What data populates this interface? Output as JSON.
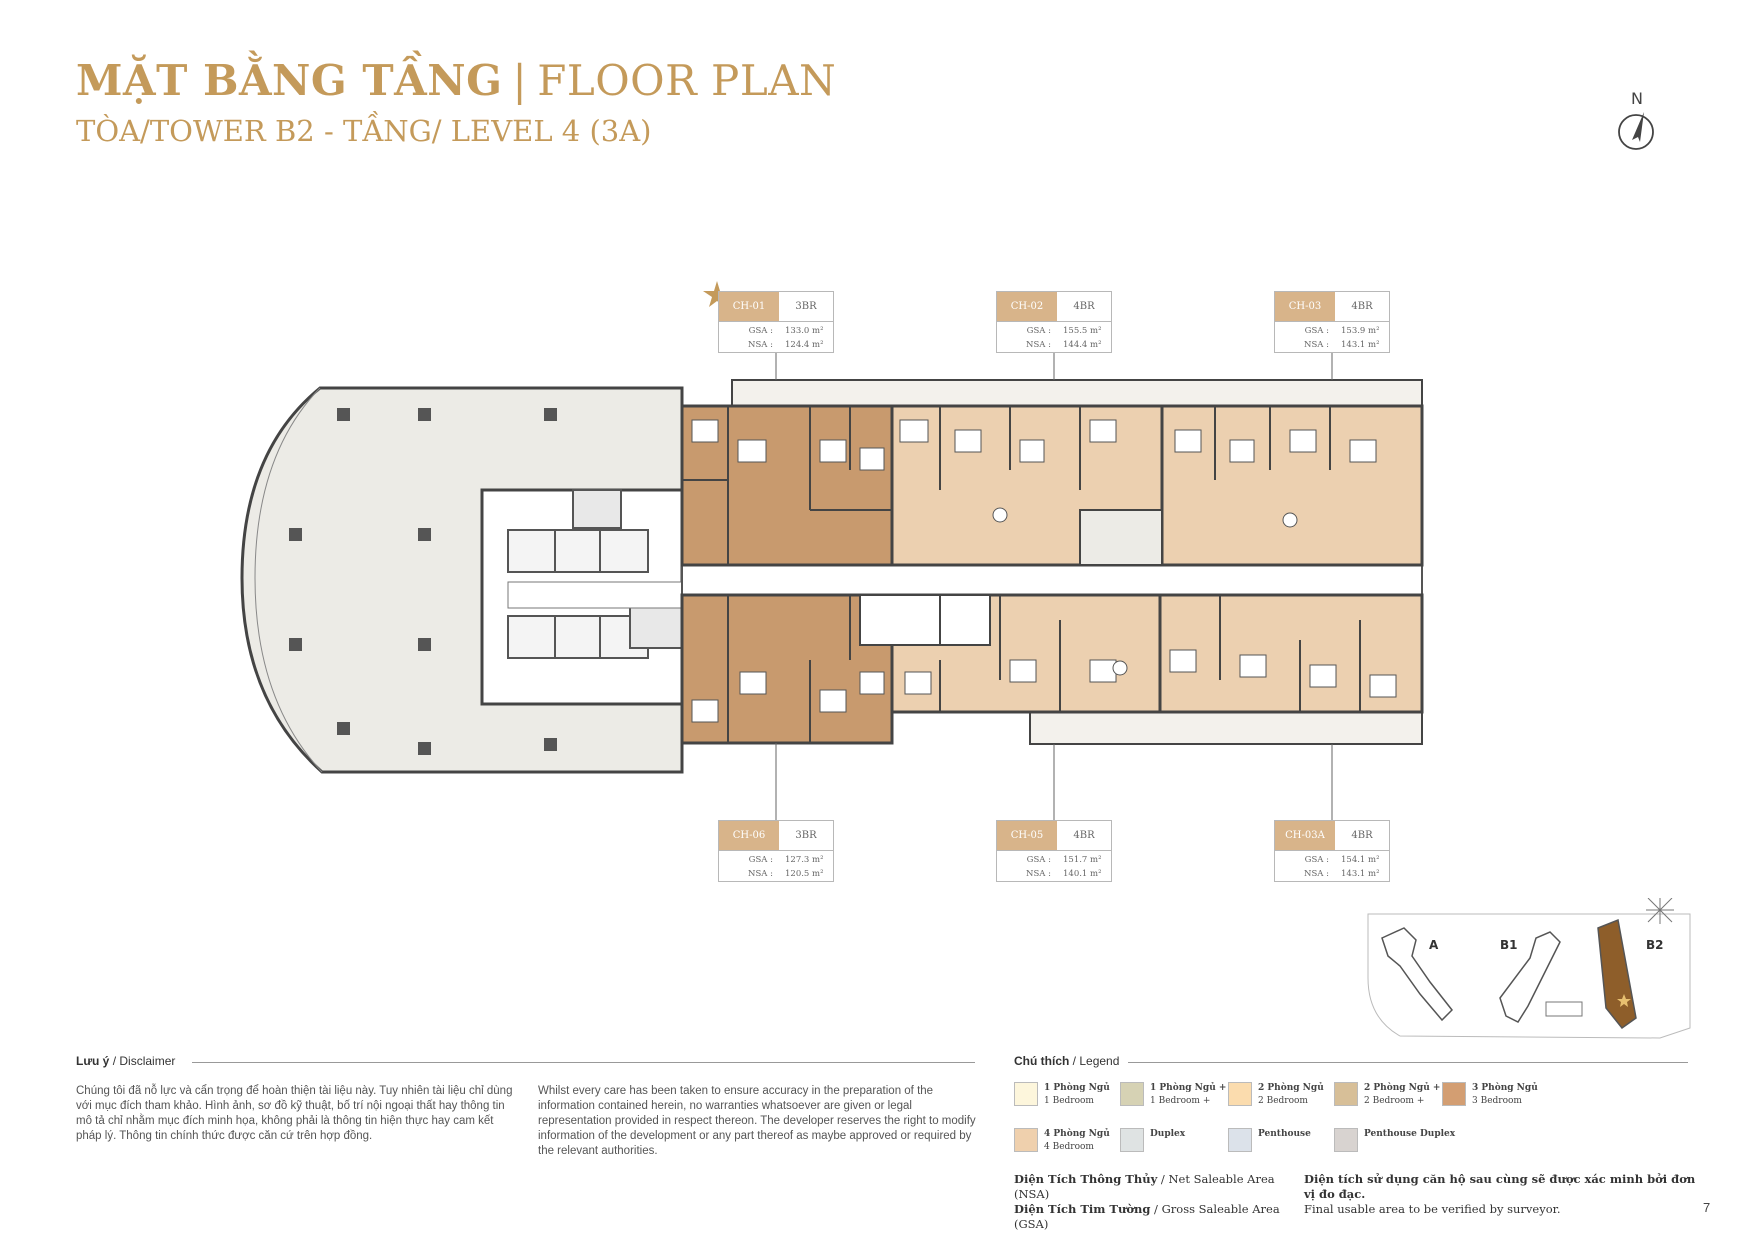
{
  "header": {
    "title_vi": "MẶT BẰNG TẦNG",
    "title_sep": "|",
    "title_en": "FLOOR PLAN",
    "subtitle": "TÒA/TOWER B2 - TẦNG/ LEVEL 4 (3A)",
    "north_label": "N"
  },
  "units_top": [
    {
      "code": "CH-01",
      "type": "3BR",
      "gsa_label": "GSA :",
      "gsa": "133.0 m²",
      "nsa_label": "NSA :",
      "nsa": "124.4 m²"
    },
    {
      "code": "CH-02",
      "type": "4BR",
      "gsa_label": "GSA :",
      "gsa": "155.5 m²",
      "nsa_label": "NSA :",
      "nsa": "144.4 m²"
    },
    {
      "code": "CH-03",
      "type": "4BR",
      "gsa_label": "GSA :",
      "gsa": "153.9 m²",
      "nsa_label": "NSA :",
      "nsa": "143.1 m²"
    }
  ],
  "units_bottom": [
    {
      "code": "CH-06",
      "type": "3BR",
      "gsa_label": "GSA :",
      "gsa": "127.3 m²",
      "nsa_label": "NSA :",
      "nsa": "120.5 m²"
    },
    {
      "code": "CH-05",
      "type": "4BR",
      "gsa_label": "GSA :",
      "gsa": "151.7 m²",
      "nsa_label": "NSA :",
      "nsa": "140.1 m²"
    },
    {
      "code": "CH-03A",
      "type": "4BR",
      "gsa_label": "GSA :",
      "gsa": "154.1 m²",
      "nsa_label": "NSA :",
      "nsa": "143.1 m²"
    }
  ],
  "keymap": {
    "tower_a": "A",
    "tower_b1": "B1",
    "tower_b2": "B2"
  },
  "disclaimer": {
    "heading_vi": "Lưu ý",
    "heading_sep": " / ",
    "heading_en": "Disclaimer",
    "text_vi": "Chúng tôi đã nỗ lực và cẩn trọng để hoàn thiện tài liệu này. Tuy nhiên tài liệu chỉ dùng với mục đích tham khảo. Hình ảnh, sơ đồ kỹ thuật, bố trí nội ngoại thất hay thông tin mô tả chỉ nhằm mục đích minh họa, không phải là thông tin hiện thực hay cam kết pháp lý. Thông tin chính thức được căn cứ trên hợp đồng.",
    "text_en": "Whilst every care has been taken to ensure accuracy in the preparation of the information contained herein, no warranties whatsoever are given or legal representation provided in respect thereon. The developer reserves the right to modify information of the development or any part thereof as maybe approved or required by the relevant authorities."
  },
  "legend": {
    "heading_vi": "Chú thích",
    "heading_sep": " / ",
    "heading_en": "Legend",
    "items": [
      {
        "vi": "1 Phòng Ngủ",
        "en": "1 Bedroom",
        "color": "#fdf6dc"
      },
      {
        "vi": "1 Phòng Ngủ +",
        "en": "1 Bedroom +",
        "color": "#d6d2b4"
      },
      {
        "vi": "2 Phòng Ngủ",
        "en": "2 Bedroom",
        "color": "#fbdcae"
      },
      {
        "vi": "2 Phòng Ngủ +",
        "en": "2 Bedroom +",
        "color": "#d7bf98"
      },
      {
        "vi": "3 Phòng Ngủ",
        "en": "3 Bedroom",
        "color": "#d39e72"
      },
      {
        "vi": "4 Phòng Ngủ",
        "en": "4 Bedroom",
        "color": "#efd0ad"
      },
      {
        "vi": "Duplex",
        "en": "",
        "color": "#dfe3e3"
      },
      {
        "vi": "Penthouse",
        "en": "",
        "color": "#dce2ea"
      },
      {
        "vi": "Penthouse Duplex",
        "en": "",
        "color": "#d8d3d0"
      }
    ]
  },
  "area_notes": {
    "nsa_vi": "Diện Tích Thông Thủy",
    "nsa_en": " / Net Saleable Area (NSA)",
    "gsa_vi": "Diện Tích Tim Tường",
    "gsa_en": " / Gross Saleable Area (GSA)",
    "surveyor_vi": "Diện tích sử dụng căn hộ sau cùng sẽ được xác minh bởi đơn vị đo đạc.",
    "surveyor_en": "Final usable area to be verified by surveyor."
  },
  "page_number": "7",
  "colors": {
    "accent": "#c49a5a",
    "unit_3br": "#c89a6e",
    "unit_4br": "#ecd0b0",
    "amenity": "#ecebe6"
  }
}
